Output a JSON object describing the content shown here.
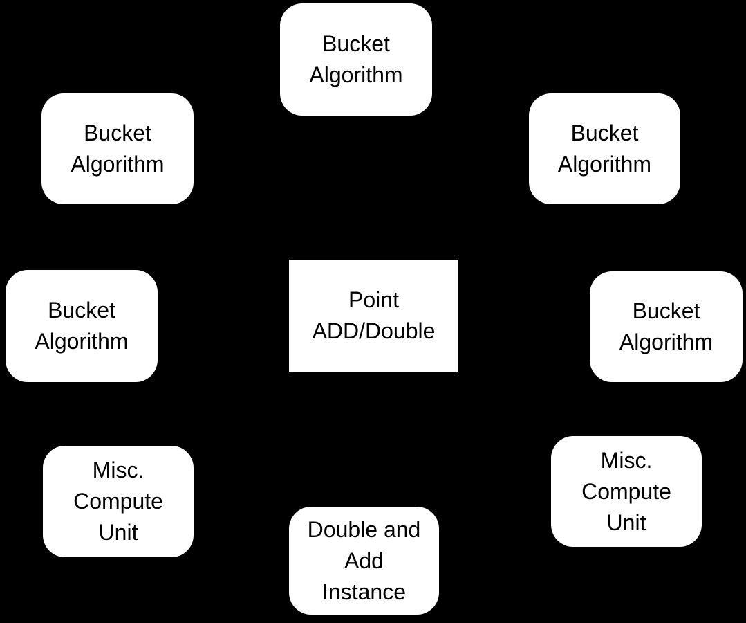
{
  "diagram": {
    "background_color": "#000000",
    "node_fill_color": "#ffffff",
    "node_text_color": "#000000",
    "nodes": [
      {
        "id": "bucket-top",
        "label": "Bucket\nAlgorithm",
        "shape": "rounded"
      },
      {
        "id": "bucket-upper-left",
        "label": "Bucket\nAlgorithm",
        "shape": "rounded"
      },
      {
        "id": "bucket-upper-right",
        "label": "Bucket\nAlgorithm",
        "shape": "rounded"
      },
      {
        "id": "bucket-middle-left",
        "label": "Bucket\nAlgorithm",
        "shape": "rounded"
      },
      {
        "id": "point-add-double",
        "label": "Point\nADD/Double",
        "shape": "rectangle"
      },
      {
        "id": "bucket-middle-right",
        "label": "Bucket\nAlgorithm",
        "shape": "rounded"
      },
      {
        "id": "misc-lower-left",
        "label": "Misc.\nCompute\nUnit",
        "shape": "rounded"
      },
      {
        "id": "misc-lower-right",
        "label": "Misc.\nCompute\nUnit",
        "shape": "rounded"
      },
      {
        "id": "double-add-instance",
        "label": "Double and\nAdd\nInstance",
        "shape": "rounded"
      }
    ]
  }
}
